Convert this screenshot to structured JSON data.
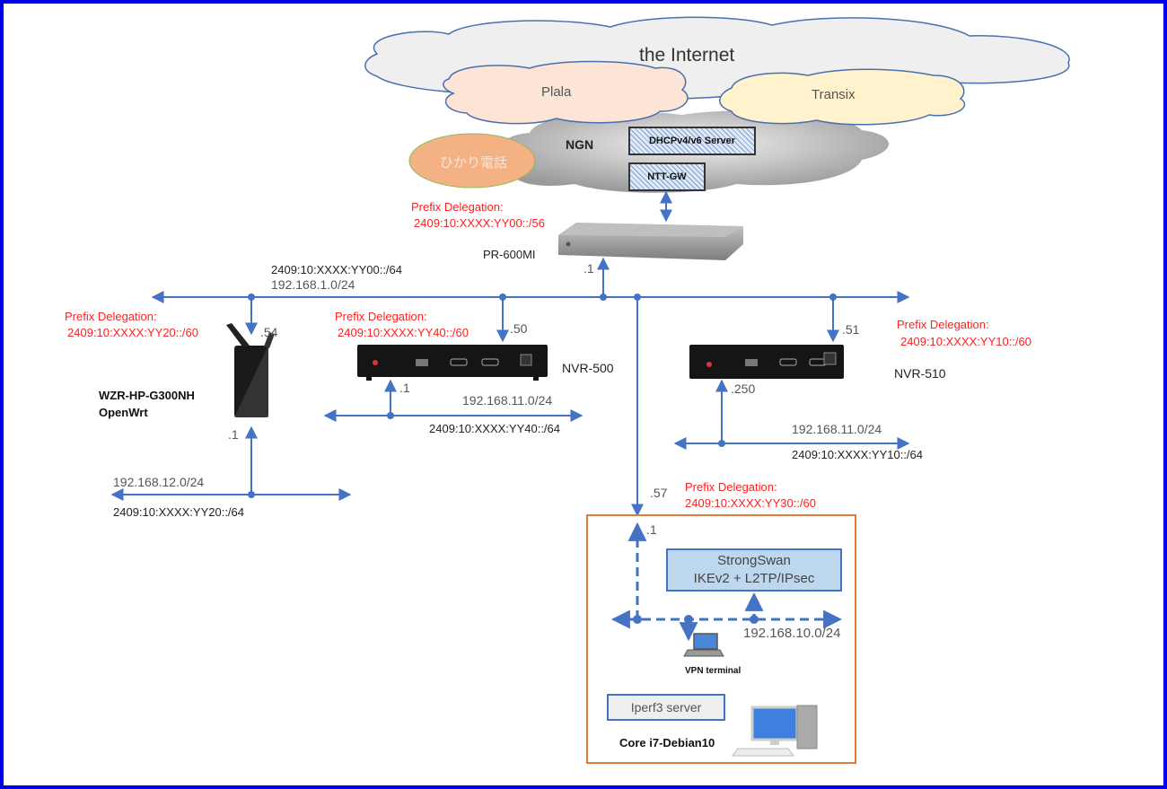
{
  "clouds": {
    "internet": "the Internet",
    "plala": "Plala",
    "transix": "Transix",
    "ngn": "NGN",
    "hikari_denwa": "ひかり電話",
    "dhcp_server": "DHCPv4/v6 Server",
    "ntt_gw": "NTT-GW"
  },
  "colors": {
    "frame": "#0000ee",
    "link": "#4472c4",
    "prefix_text": "#ff2020",
    "home_box": "#e07b39"
  },
  "pr600": {
    "name": "PR-600MI",
    "pd_title": "Prefix Delegation:",
    "pd_prefix": "2409:10:XXXX:YY00::/56",
    "lan_addr": ".1"
  },
  "lan_main": {
    "ipv6": "2409:10:XXXX:YY00::/64",
    "ipv4": "192.168.1.0/24"
  },
  "wzr": {
    "name1": "WZR-HP-G300NH",
    "name2": "OpenWrt",
    "pd_title": "Prefix Delegation:",
    "pd_prefix": "2409:10:XXXX:YY20::/60",
    "wan_addr": ".54",
    "lan_addr": ".1",
    "lan_ipv4": "192.168.12.0/24",
    "lan_ipv6": "2409:10:XXXX:YY20::/64"
  },
  "nvr500": {
    "name": "NVR-500",
    "pd_title": "Prefix Delegation:",
    "pd_prefix": "2409:10:XXXX:YY40::/60",
    "wan_addr": ".50",
    "lan_addr": ".1",
    "lan_ipv4": "192.168.11.0/24",
    "lan_ipv6": "2409:10:XXXX:YY40::/64"
  },
  "nvr510": {
    "name": "NVR-510",
    "pd_title": "Prefix Delegation:",
    "pd_prefix": "2409:10:XXXX:YY10::/60",
    "wan_addr": ".51",
    "lan_addr": ".250",
    "lan_ipv4": "192.168.11.0/24",
    "lan_ipv6": "2409:10:XXXX:YY10::/64"
  },
  "debian": {
    "pd_title": "Prefix Delegation:",
    "pd_prefix": "2409:10:XXXX:YY30::/60",
    "wan_addr": ".57",
    "lan_addr": ".1",
    "vpn_line1": "StrongSwan",
    "vpn_line2": "IKEv2 + L2TP/IPsec",
    "lan_ipv4": "192.168.10.0/24",
    "vpn_terminal": "VPN terminal",
    "iperf": "Iperf3 server",
    "host": "Core i7-Debian10"
  }
}
